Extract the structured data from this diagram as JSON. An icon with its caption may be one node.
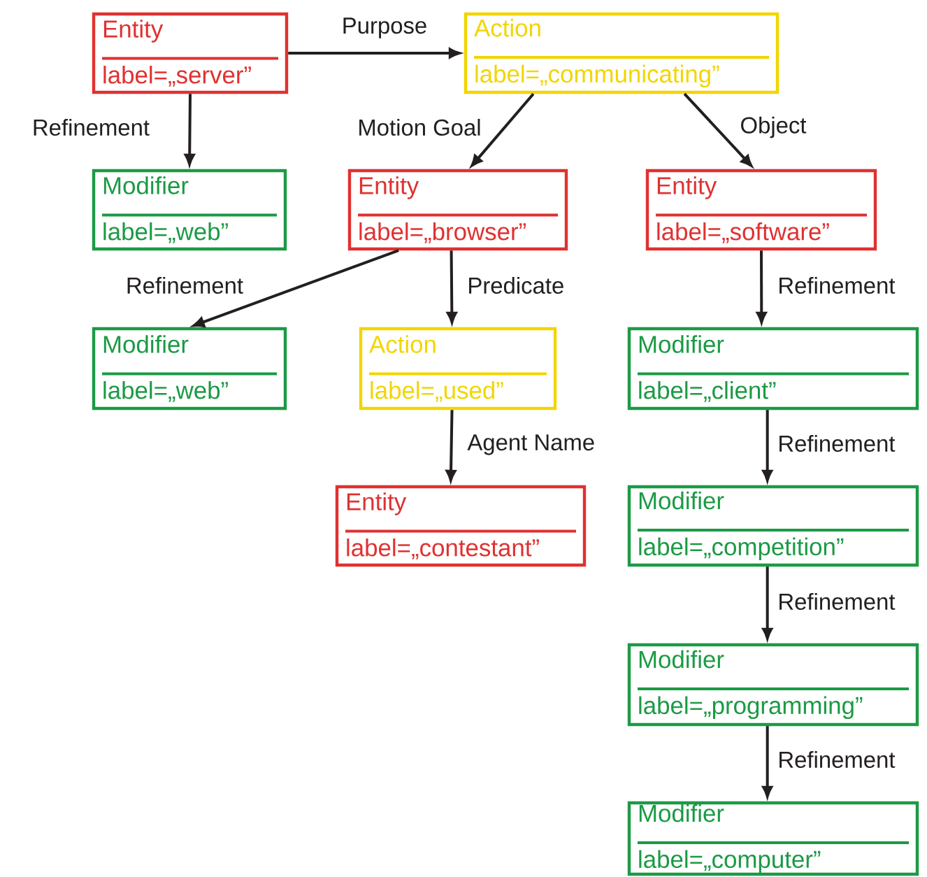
{
  "diagram": {
    "nodes": [
      {
        "text": [
          "Entity",
          "label=„server”"
        ]
      },
      {
        "text": [
          "Action",
          "label=„communicating”"
        ]
      },
      {
        "text": [
          "Modifier",
          "label=„web”"
        ]
      },
      {
        "text": [
          "Entity",
          "label=„browser”"
        ]
      },
      {
        "text": [
          "Entity",
          "label=„software”"
        ]
      },
      {
        "text": [
          "Modifier",
          "label=„web”"
        ]
      },
      {
        "text": [
          "Action",
          "label=„used”"
        ]
      },
      {
        "text": [
          "Modifier",
          "label=„client”"
        ]
      },
      {
        "text": [
          "Entity",
          "label=„contestant”"
        ]
      },
      {
        "text": [
          "Modifier",
          "label=„competition”"
        ]
      },
      {
        "text": [
          "Modifier",
          "label=„programming”"
        ]
      },
      {
        "text": [
          "Modifier",
          "label=„computer”"
        ]
      }
    ],
    "edges": [
      {
        "from": 0,
        "to": 1,
        "arrow": "to",
        "label": "Purpose"
      },
      {
        "from": 0,
        "to": 2,
        "arrow": "to",
        "label": "Refinement"
      },
      {
        "from": 1,
        "to": 3,
        "arrow": "to",
        "label": "Motion Goal"
      },
      {
        "from": 1,
        "to": 4,
        "arrow": "to",
        "label": "Object"
      },
      {
        "from": 3,
        "to": 5,
        "arrow": "to",
        "label": "Refinement"
      },
      {
        "from": 3,
        "to": 6,
        "arrow": "to",
        "label": "Predicate"
      },
      {
        "from": 4,
        "to": 7,
        "arrow": "to",
        "label": "Refinement"
      },
      {
        "from": 6,
        "to": 8,
        "arrow": "to",
        "label": "Agent Name"
      },
      {
        "from": 7,
        "to": 9,
        "arrow": "to",
        "label": "Refinement"
      },
      {
        "from": 9,
        "to": 10,
        "arrow": "to",
        "label": "Refinement"
      },
      {
        "from": 10,
        "to": 11,
        "arrow": "to",
        "label": "Refinement"
      }
    ]
  }
}
